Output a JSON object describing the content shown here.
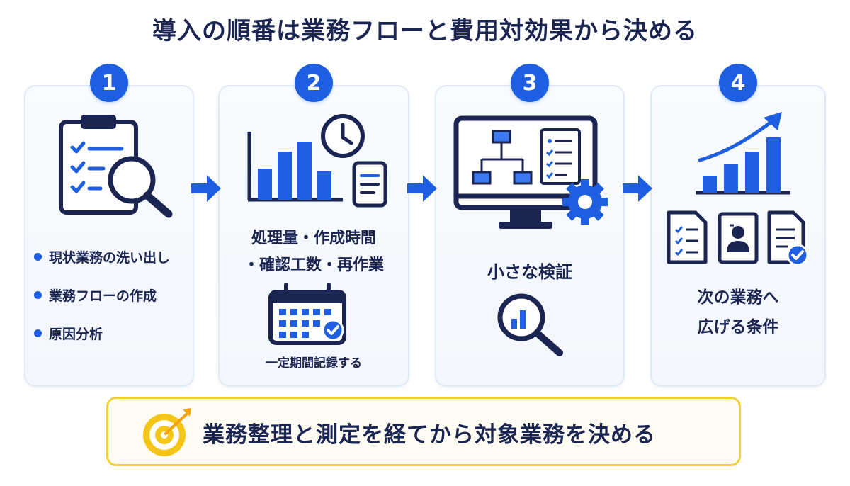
{
  "title": "導入の順番は業務フローと費用対効果から決める",
  "steps": [
    {
      "number": "1",
      "bullets": [
        "現状業務の洗い出し",
        "業務フローの作成",
        "原因分析"
      ]
    },
    {
      "number": "2",
      "metrics_line1": "処理量・作成時間",
      "metrics_line2": "・確認工数・再作業",
      "record_label": "一定期間記録する"
    },
    {
      "number": "3",
      "label": "小さな検証"
    },
    {
      "number": "4",
      "label_line1": "次の業務へ",
      "label_line2": "広げる条件"
    }
  ],
  "conclusion": "業務整理と測定を経てから対象業務を決める",
  "colors": {
    "accent_blue": "#1e5ee0",
    "navy": "#1b2552",
    "banner_border": "#f2cf3a",
    "target_yellow": "#f5c518"
  },
  "icons": {
    "step1": [
      "clipboard-icon",
      "magnifier-icon"
    ],
    "step2": [
      "bar-chart-icon",
      "clock-icon",
      "document-icon",
      "calendar-icon"
    ],
    "step3": [
      "monitor-flowchart-icon",
      "checklist-icon",
      "gear-icon",
      "magnifier-chart-icon"
    ],
    "step4": [
      "growth-chart-icon",
      "checklist-doc-icon",
      "person-doc-icon",
      "approved-doc-icon"
    ],
    "conclusion": "target-icon"
  }
}
